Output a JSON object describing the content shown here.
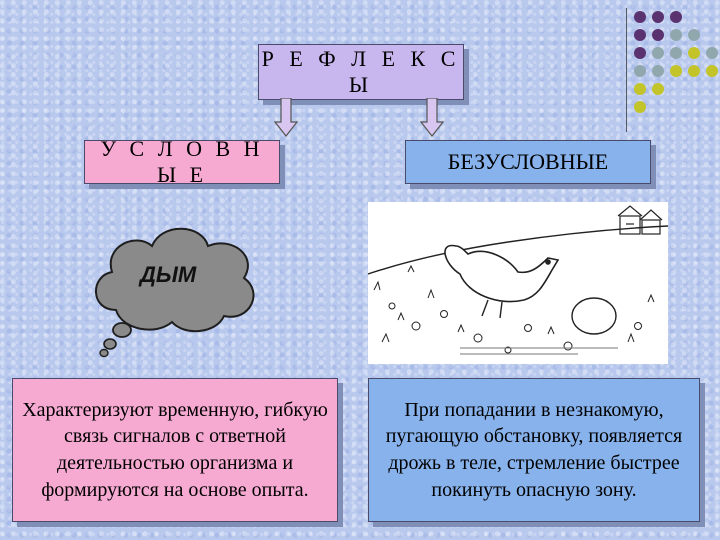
{
  "title": "Р Е Ф Л Е К С Ы",
  "left": {
    "heading": "У С Л О В Н Ы Е",
    "cloud_text": "ДЫМ",
    "description": "Характеризуют временную, гибкую связь сигналов с ответной деятельностью организма и формируются на основе опыта."
  },
  "right": {
    "heading": "БЕЗУСЛОВНЫЕ",
    "description": "При попадании в незнакомую, пугающую обстановку, появляется  дрожь в теле, стремление быстрее покинуть опасную зону."
  },
  "colors": {
    "title_box": "#c7b7ee",
    "pink_box": "#f6aad2",
    "blue_box": "#88b2ec",
    "dot_purple": "#5a3270",
    "dot_gray": "#8fa7ad",
    "dot_olive": "#c3c42a"
  }
}
